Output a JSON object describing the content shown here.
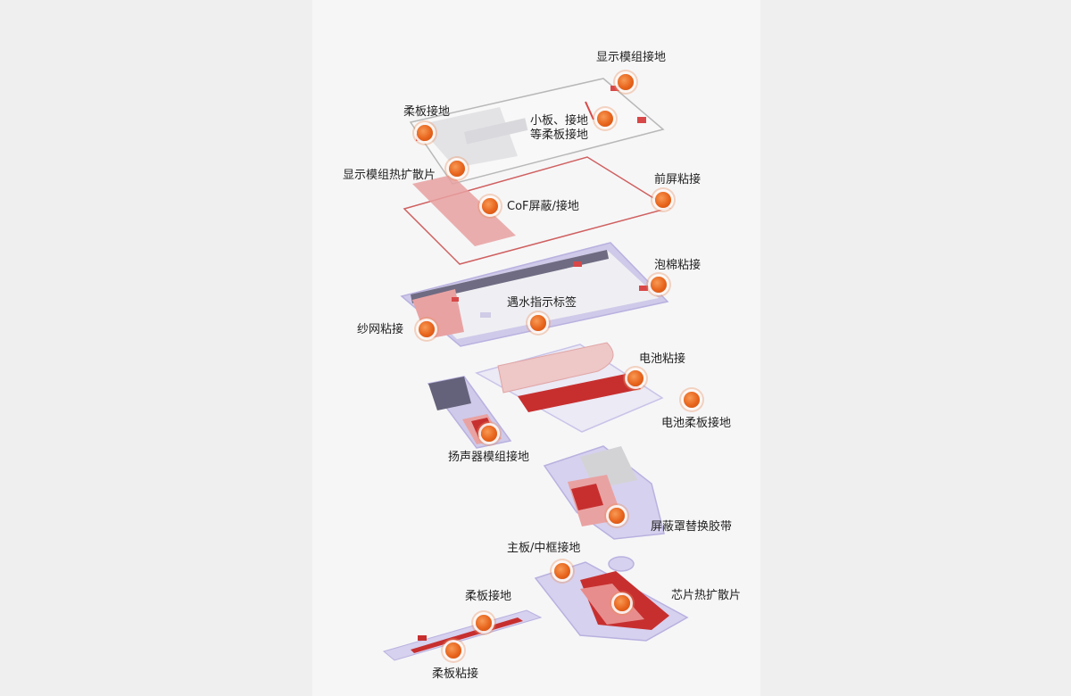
{
  "labels": {
    "display_module_ground": "显示模组接地",
    "flex_ground_top": "柔板接地",
    "small_board_ground": "小板、接地\n等柔板接地",
    "display_heat_spread": "显示模组热扩散片",
    "front_screen_bond": "前屏粘接",
    "cof_shield_ground": "CoF屏蔽/接地",
    "foam_bond": "泡棉粘接",
    "water_indicator": "遇水指示标签",
    "mesh_bond": "纱网粘接",
    "battery_bond": "电池粘接",
    "battery_flex_ground": "电池柔板接地",
    "speaker_ground": "扬声器模组接地",
    "shield_tape": "屏蔽罩替换胶带",
    "mainboard_frame_ground": "主板/中框接地",
    "chip_heat_spread": "芯片热扩散片",
    "flex_ground_bottom": "柔板接地",
    "flex_bond": "柔板粘接"
  },
  "colors": {
    "accent_red": "#e07a7a",
    "dot_orange": "#e8641c",
    "frame_lavender": "#c9c3e8"
  }
}
